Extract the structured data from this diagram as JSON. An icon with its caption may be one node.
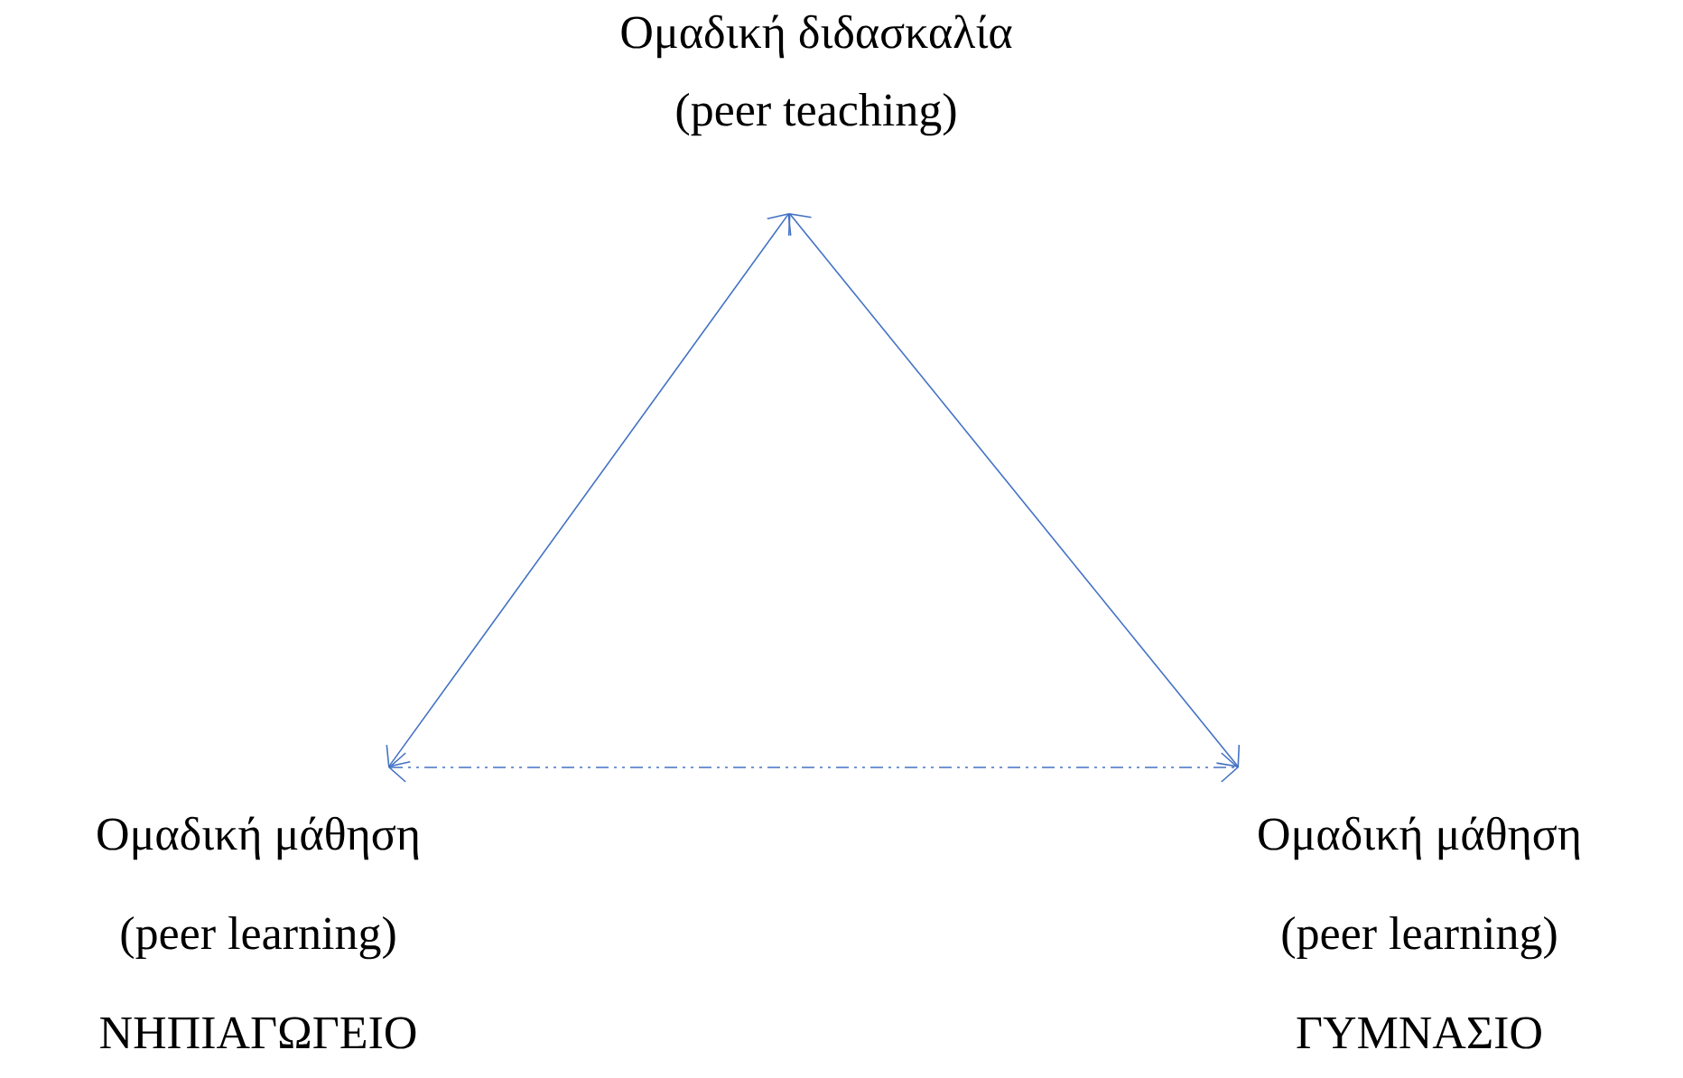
{
  "diagram": {
    "nodes": [
      {
        "text": [
          "Ομαδική διδασκαλία",
          "(peer teaching)"
        ]
      },
      {
        "text": [
          "Ομαδική μάθηση",
          "(peer learning)",
          "ΝΗΠΙΑΓΩΓΕΙΟ"
        ]
      },
      {
        "text": [
          "Ομαδική μάθηση",
          "(peer learning)",
          "ΓΥΜΝΑΣΙΟ"
        ]
      }
    ],
    "edges": [
      {
        "from": 0,
        "to": 1,
        "arrow": "both"
      },
      {
        "from": 0,
        "to": 2,
        "arrow": "both"
      },
      {
        "from": 1,
        "to": 2,
        "arrow": "both",
        "style": "dashed"
      }
    ]
  }
}
